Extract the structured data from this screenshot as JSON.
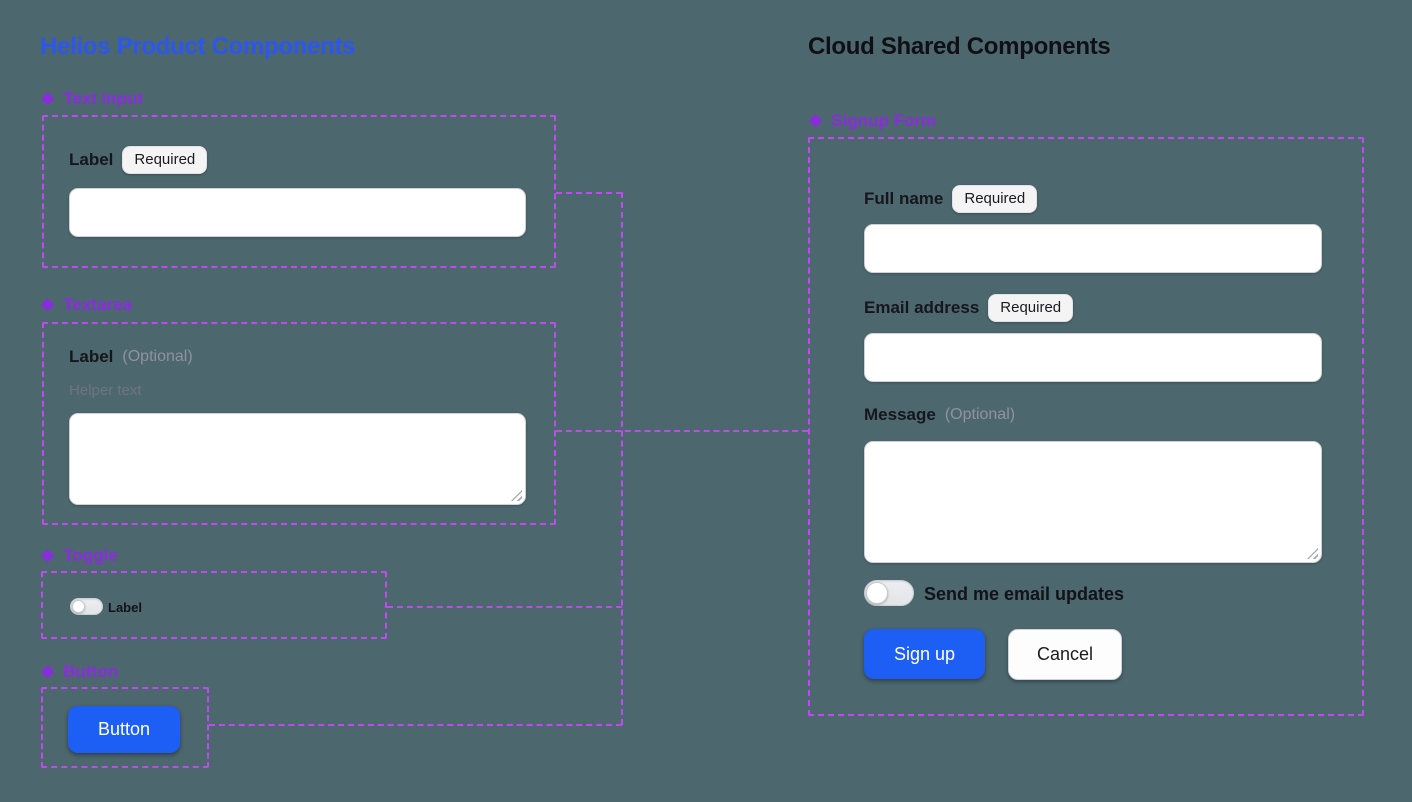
{
  "colors": {
    "canvas_background": "#4d676e",
    "dashed_outline": "#bf4af2",
    "component_label_purple": "#8c2be2",
    "left_title_blue": "#2b57f0",
    "right_title_dark": "#101014",
    "primary_button_blue": "#1d5ef5",
    "badge_background": "#f4f4f5",
    "field_border": "#cfd2d8"
  },
  "icons": {
    "component_glyph": "❖"
  },
  "left": {
    "title": "Helios Product Components",
    "sections": {
      "text_input": {
        "name": "Text Input",
        "field_label": "Label",
        "badge": "Required",
        "input_value": ""
      },
      "textarea": {
        "name": "Textarea",
        "field_label": "Label",
        "optional": "(Optional)",
        "helper": "Helper text",
        "textarea_value": ""
      },
      "toggle": {
        "name": "Toggle",
        "toggle_label": "Label",
        "state": "off"
      },
      "button": {
        "name": "Button",
        "button_label": "Button"
      }
    }
  },
  "right": {
    "title": "Cloud Shared Components",
    "form": {
      "name": "Signup Form",
      "fields": {
        "full_name": {
          "label": "Full name",
          "badge": "Required",
          "value": ""
        },
        "email": {
          "label": "Email address",
          "badge": "Required",
          "value": ""
        },
        "message": {
          "label": "Message",
          "optional": "(Optional)",
          "value": ""
        }
      },
      "toggle_label": "Send me email updates",
      "toggle_state": "off",
      "primary_button": "Sign up",
      "secondary_button": "Cancel"
    }
  }
}
